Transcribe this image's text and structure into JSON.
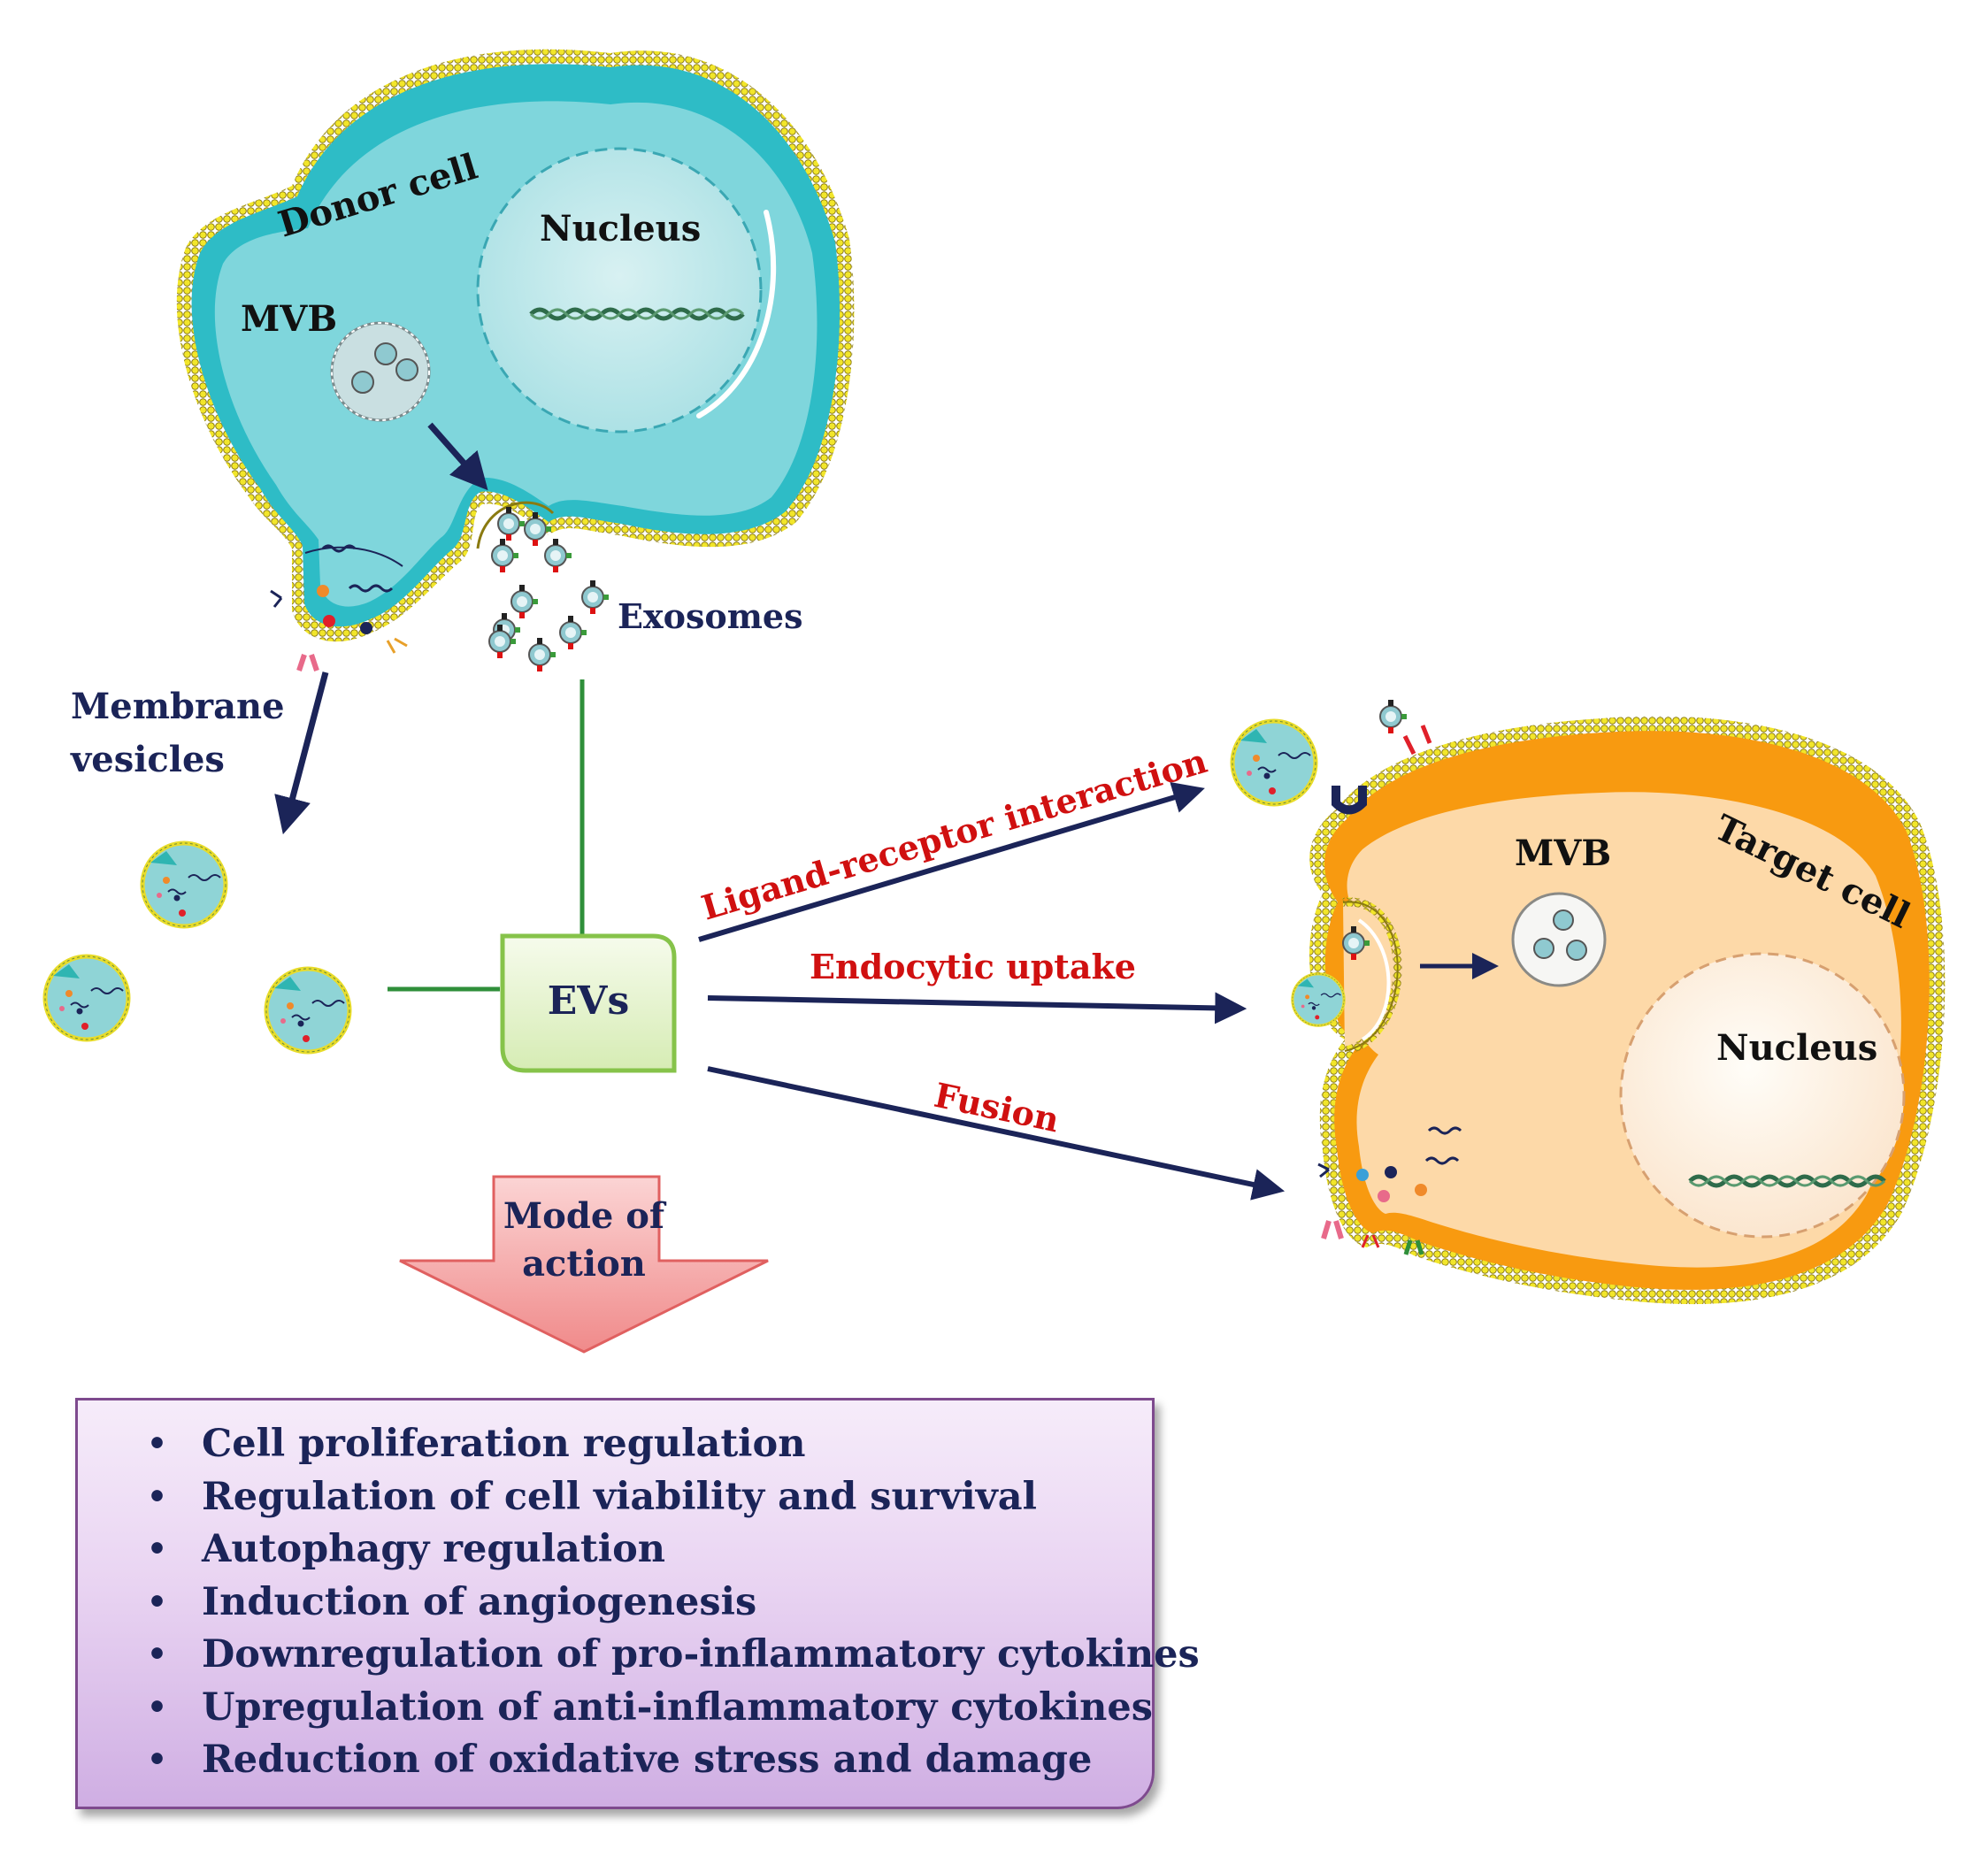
{
  "donor_cell": {
    "title": "Donor cell",
    "nucleus_label": "Nucleus",
    "mvb_label": "MVB"
  },
  "exosomes_label": "Exosomes",
  "membrane_vesicles_label": [
    "Membrane",
    "vesicles"
  ],
  "evs_label": "EVs",
  "uptake_routes": {
    "ligand_receptor": "Ligand-receptor  interaction",
    "endocytic": "Endocytic  uptake",
    "fusion": "Fusion"
  },
  "target_cell": {
    "title": "Target cell",
    "mvb_label": "MVB",
    "nucleus_label": "Nucleus"
  },
  "mode_of_action": [
    "Mode of",
    "action"
  ],
  "effects": [
    "Cell proliferation regulation",
    "Regulation of cell viability and survival",
    "Autophagy regulation",
    "Induction of angiogenesis",
    "Downregulation of pro-inflammatory cytokines",
    "Upregulation of anti-inflammatory cytokines",
    "Reduction of oxidative stress and damage"
  ],
  "colors": {
    "donor_fill": "#7fd6dc",
    "donor_rim": "#2ebcc6",
    "target_fill": "#fdd9a8",
    "target_rim": "#f89a10",
    "membrane_bead": "#f2e62a",
    "arrow": "#1b2458",
    "route_text": "#d01010",
    "connector": "#2f8f3a",
    "evs_box": "#e9f6d2",
    "mode_arrow": "#f59a9a",
    "effects_box": "#e6d0f1"
  }
}
